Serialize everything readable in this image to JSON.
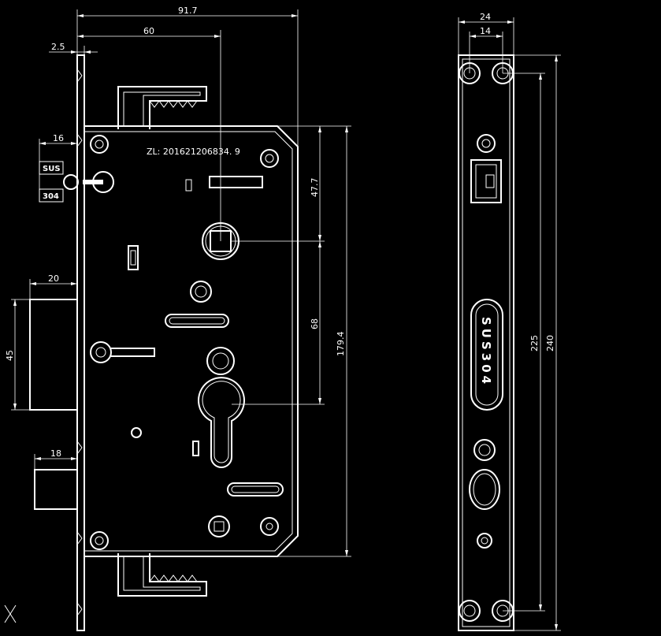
{
  "drawing": {
    "patent_note": "ZL: 201621206834. 9",
    "label_sus": "SUS",
    "label_304": "304",
    "faceplate_engraving": "SUS304",
    "dimensions": {
      "overall_width": "91.7",
      "backset": "60",
      "faceplate_thickness": "2.5",
      "front_offset": "16",
      "latch_projection": "20",
      "latch_height": "45",
      "deadbolt_projection": "18",
      "handle_to_top": "47.7",
      "handle_to_cylinder": "68",
      "case_height": "179.4",
      "faceplate_width": "24",
      "hole_spacing_x": "14",
      "hole_spacing_y": "225",
      "faceplate_height": "240"
    }
  },
  "colors": {
    "background": "#000000",
    "lines": "#ffffff"
  }
}
